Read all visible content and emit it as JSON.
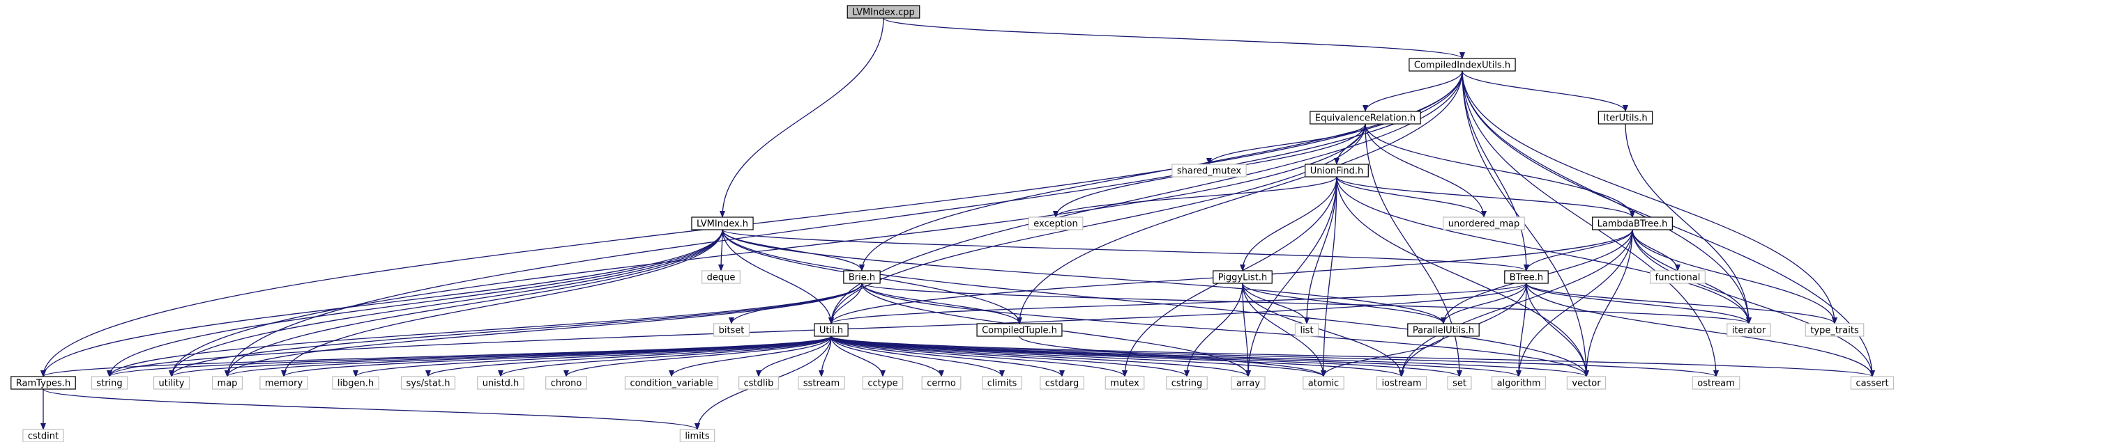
{
  "graph": {
    "nodes": [
      {
        "id": "lvm_cpp",
        "label": "LVMIndex.cpp",
        "kind": "root"
      },
      {
        "id": "ciu",
        "label": "CompiledIndexUtils.h",
        "kind": "local"
      },
      {
        "id": "eqrel",
        "label": "EquivalenceRelation.h",
        "kind": "local"
      },
      {
        "id": "iter",
        "label": "IterUtils.h",
        "kind": "local"
      },
      {
        "id": "shmutex",
        "label": "shared_mutex",
        "kind": "system"
      },
      {
        "id": "uf",
        "label": "UnionFind.h",
        "kind": "local"
      },
      {
        "id": "lvmh",
        "label": "LVMIndex.h",
        "kind": "local"
      },
      {
        "id": "exc",
        "label": "exception",
        "kind": "system"
      },
      {
        "id": "umap",
        "label": "unordered_map",
        "kind": "system"
      },
      {
        "id": "lbt",
        "label": "LambdaBTree.h",
        "kind": "local"
      },
      {
        "id": "deque",
        "label": "deque",
        "kind": "system"
      },
      {
        "id": "brie",
        "label": "Brie.h",
        "kind": "local"
      },
      {
        "id": "piggy",
        "label": "PiggyList.h",
        "kind": "local"
      },
      {
        "id": "btree",
        "label": "BTree.h",
        "kind": "local"
      },
      {
        "id": "functional",
        "label": "functional",
        "kind": "system"
      },
      {
        "id": "bitset",
        "label": "bitset",
        "kind": "system"
      },
      {
        "id": "list",
        "label": "list",
        "kind": "system"
      },
      {
        "id": "iterator",
        "label": "iterator",
        "kind": "system"
      },
      {
        "id": "typetraits",
        "label": "type_traits",
        "kind": "system"
      },
      {
        "id": "util",
        "label": "Util.h",
        "kind": "local"
      },
      {
        "id": "ctuple",
        "label": "CompiledTuple.h",
        "kind": "local"
      },
      {
        "id": "par",
        "label": "ParallelUtils.h",
        "kind": "local"
      },
      {
        "id": "ramtypes",
        "label": "RamTypes.h",
        "kind": "local"
      },
      {
        "id": "string",
        "label": "string",
        "kind": "system"
      },
      {
        "id": "utility",
        "label": "utility",
        "kind": "system"
      },
      {
        "id": "map",
        "label": "map",
        "kind": "system"
      },
      {
        "id": "memory",
        "label": "memory",
        "kind": "system"
      },
      {
        "id": "libgen",
        "label": "libgen.h",
        "kind": "system"
      },
      {
        "id": "sysstat",
        "label": "sys/stat.h",
        "kind": "system"
      },
      {
        "id": "unistd",
        "label": "unistd.h",
        "kind": "system"
      },
      {
        "id": "chrono",
        "label": "chrono",
        "kind": "system"
      },
      {
        "id": "condvar",
        "label": "condition_variable",
        "kind": "system"
      },
      {
        "id": "cstdlib",
        "label": "cstdlib",
        "kind": "system"
      },
      {
        "id": "sstream",
        "label": "sstream",
        "kind": "system"
      },
      {
        "id": "cctype",
        "label": "cctype",
        "kind": "system"
      },
      {
        "id": "cerrno",
        "label": "cerrno",
        "kind": "system"
      },
      {
        "id": "climits",
        "label": "climits",
        "kind": "system"
      },
      {
        "id": "cstdarg",
        "label": "cstdarg",
        "kind": "system"
      },
      {
        "id": "mutex",
        "label": "mutex",
        "kind": "system"
      },
      {
        "id": "cstring",
        "label": "cstring",
        "kind": "system"
      },
      {
        "id": "array",
        "label": "array",
        "kind": "system"
      },
      {
        "id": "atomic",
        "label": "atomic",
        "kind": "system"
      },
      {
        "id": "iostream",
        "label": "iostream",
        "kind": "system"
      },
      {
        "id": "set",
        "label": "set",
        "kind": "system"
      },
      {
        "id": "algorithm",
        "label": "algorithm",
        "kind": "system"
      },
      {
        "id": "vector",
        "label": "vector",
        "kind": "system"
      },
      {
        "id": "ostream",
        "label": "ostream",
        "kind": "system"
      },
      {
        "id": "cassert",
        "label": "cassert",
        "kind": "system"
      },
      {
        "id": "cstdint",
        "label": "cstdint",
        "kind": "system"
      },
      {
        "id": "limits",
        "label": "limits",
        "kind": "system"
      }
    ],
    "edges": [
      [
        "lvm_cpp",
        "ciu"
      ],
      [
        "lvm_cpp",
        "lvmh"
      ],
      [
        "ciu",
        "eqrel"
      ],
      [
        "ciu",
        "iter"
      ],
      [
        "ciu",
        "brie"
      ],
      [
        "ciu",
        "btree"
      ],
      [
        "ciu",
        "util"
      ],
      [
        "ciu",
        "ctuple"
      ],
      [
        "ciu",
        "ramtypes"
      ],
      [
        "ciu",
        "iterator"
      ],
      [
        "ciu",
        "typetraits"
      ],
      [
        "ciu",
        "map"
      ],
      [
        "ciu",
        "vector"
      ],
      [
        "ciu",
        "ostream"
      ],
      [
        "ciu",
        "cassert"
      ],
      [
        "eqrel",
        "uf"
      ],
      [
        "eqrel",
        "lbt"
      ],
      [
        "eqrel",
        "shmutex"
      ],
      [
        "eqrel",
        "exc"
      ],
      [
        "eqrel",
        "umap"
      ],
      [
        "eqrel",
        "util"
      ],
      [
        "eqrel",
        "utility"
      ],
      [
        "eqrel",
        "set"
      ],
      [
        "uf",
        "lbt"
      ],
      [
        "uf",
        "piggy"
      ],
      [
        "uf",
        "exc"
      ],
      [
        "uf",
        "umap"
      ],
      [
        "uf",
        "iterator"
      ],
      [
        "uf",
        "list"
      ],
      [
        "uf",
        "atomic"
      ],
      [
        "uf",
        "mutex"
      ],
      [
        "uf",
        "vector"
      ],
      [
        "uf",
        "array"
      ],
      [
        "lbt",
        "btree"
      ],
      [
        "lbt",
        "par"
      ],
      [
        "lbt",
        "util"
      ],
      [
        "lbt",
        "functional"
      ],
      [
        "lbt",
        "iterator"
      ],
      [
        "lbt",
        "typetraits"
      ],
      [
        "lbt",
        "vector"
      ],
      [
        "lbt",
        "iostream"
      ],
      [
        "lbt",
        "cassert"
      ],
      [
        "lbt",
        "algorithm"
      ],
      [
        "iter",
        "iterator"
      ],
      [
        "lvmh",
        "brie"
      ],
      [
        "lvmh",
        "btree"
      ],
      [
        "lvmh",
        "ctuple"
      ],
      [
        "lvmh",
        "par"
      ],
      [
        "lvmh",
        "util"
      ],
      [
        "lvmh",
        "ramtypes"
      ],
      [
        "lvmh",
        "deque"
      ],
      [
        "lvmh",
        "string"
      ],
      [
        "lvmh",
        "utility"
      ],
      [
        "lvmh",
        "map"
      ],
      [
        "lvmh",
        "memory"
      ],
      [
        "lvmh",
        "vector"
      ],
      [
        "brie",
        "util"
      ],
      [
        "brie",
        "ctuple"
      ],
      [
        "brie",
        "bitset"
      ],
      [
        "brie",
        "iterator"
      ],
      [
        "brie",
        "string"
      ],
      [
        "brie",
        "utility"
      ],
      [
        "brie",
        "map"
      ],
      [
        "brie",
        "vector"
      ],
      [
        "brie",
        "array"
      ],
      [
        "piggy",
        "par"
      ],
      [
        "piggy",
        "list"
      ],
      [
        "piggy",
        "cstring"
      ],
      [
        "piggy",
        "array"
      ],
      [
        "piggy",
        "atomic"
      ],
      [
        "piggy",
        "iostream"
      ],
      [
        "btree",
        "par"
      ],
      [
        "btree",
        "util"
      ],
      [
        "btree",
        "iterator"
      ],
      [
        "btree",
        "typetraits"
      ],
      [
        "btree",
        "iostream"
      ],
      [
        "btree",
        "vector"
      ],
      [
        "btree",
        "algorithm"
      ],
      [
        "btree",
        "cassert"
      ],
      [
        "btree",
        "string"
      ],
      [
        "util",
        "ramtypes"
      ],
      [
        "util",
        "string"
      ],
      [
        "util",
        "utility"
      ],
      [
        "util",
        "map"
      ],
      [
        "util",
        "memory"
      ],
      [
        "util",
        "libgen"
      ],
      [
        "util",
        "sysstat"
      ],
      [
        "util",
        "unistd"
      ],
      [
        "util",
        "chrono"
      ],
      [
        "util",
        "condvar"
      ],
      [
        "util",
        "cstdlib"
      ],
      [
        "util",
        "sstream"
      ],
      [
        "util",
        "cctype"
      ],
      [
        "util",
        "cerrno"
      ],
      [
        "util",
        "climits"
      ],
      [
        "util",
        "cstdarg"
      ],
      [
        "util",
        "mutex"
      ],
      [
        "util",
        "cstring"
      ],
      [
        "util",
        "array"
      ],
      [
        "util",
        "atomic"
      ],
      [
        "util",
        "iostream"
      ],
      [
        "util",
        "set"
      ],
      [
        "util",
        "algorithm"
      ],
      [
        "util",
        "vector"
      ],
      [
        "util",
        "ostream"
      ],
      [
        "util",
        "cassert"
      ],
      [
        "util",
        "limits"
      ],
      [
        "ctuple",
        "atomic"
      ],
      [
        "par",
        "atomic"
      ],
      [
        "ramtypes",
        "cstdint"
      ],
      [
        "ramtypes",
        "limits"
      ]
    ]
  }
}
